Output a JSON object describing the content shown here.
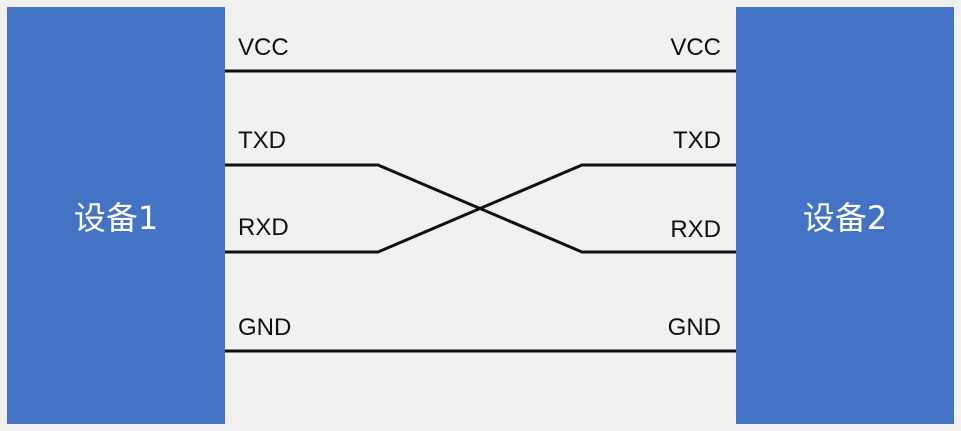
{
  "devices": {
    "left": {
      "label": "设备1"
    },
    "right": {
      "label": "设备2"
    }
  },
  "signals": {
    "left": [
      "VCC",
      "TXD",
      "RXD",
      "GND"
    ],
    "right": [
      "VCC",
      "TXD",
      "RXD",
      "GND"
    ]
  },
  "connections": [
    {
      "from": "VCC",
      "to": "VCC"
    },
    {
      "from": "TXD",
      "to": "RXD"
    },
    {
      "from": "RXD",
      "to": "TXD"
    },
    {
      "from": "GND",
      "to": "GND"
    }
  ],
  "colors": {
    "device": "#4472c4",
    "background": "#f1f1f1",
    "wire": "#111111"
  }
}
